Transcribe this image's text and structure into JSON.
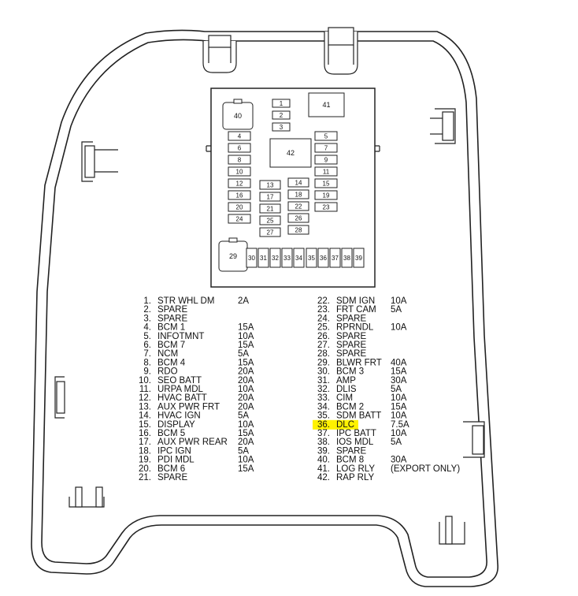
{
  "colors": {
    "outline": "#222222",
    "highlight": "#fff200"
  },
  "panel": {
    "fuses": [
      "1",
      "2",
      "3",
      "4",
      "5",
      "6",
      "7",
      "8",
      "9",
      "10",
      "11",
      "12",
      "13",
      "14",
      "15",
      "16",
      "17",
      "18",
      "19",
      "20",
      "21",
      "22",
      "23",
      "24",
      "25",
      "26",
      "27",
      "28",
      "29",
      "30",
      "31",
      "32",
      "33",
      "34",
      "35",
      "36",
      "37",
      "38",
      "39",
      "40",
      "41",
      "42"
    ]
  },
  "legend": {
    "left": [
      {
        "num": "1.",
        "name": "STR WHL DM",
        "amp": "2A"
      },
      {
        "num": "2.",
        "name": "SPARE",
        "amp": ""
      },
      {
        "num": "3.",
        "name": "SPARE",
        "amp": ""
      },
      {
        "num": "4.",
        "name": "BCM 1",
        "amp": "15A"
      },
      {
        "num": "5.",
        "name": "INFOTMNT",
        "amp": "10A"
      },
      {
        "num": "6.",
        "name": "BCM 7",
        "amp": "15A"
      },
      {
        "num": "7.",
        "name": "NCM",
        "amp": "5A"
      },
      {
        "num": "8.",
        "name": "BCM 4",
        "amp": "15A"
      },
      {
        "num": "9.",
        "name": "RDO",
        "amp": "20A"
      },
      {
        "num": "10.",
        "name": "SEO BATT",
        "amp": "20A"
      },
      {
        "num": "11.",
        "name": "URPA MDL",
        "amp": "10A"
      },
      {
        "num": "12.",
        "name": "HVAC BATT",
        "amp": "20A"
      },
      {
        "num": "13.",
        "name": "AUX PWR FRT",
        "amp": "20A"
      },
      {
        "num": "14.",
        "name": "HVAC IGN",
        "amp": "5A"
      },
      {
        "num": "15.",
        "name": "DISPLAY",
        "amp": "10A"
      },
      {
        "num": "16.",
        "name": "BCM 5",
        "amp": "15A"
      },
      {
        "num": "17.",
        "name": "AUX PWR REAR",
        "amp": "20A"
      },
      {
        "num": "18.",
        "name": "IPC IGN",
        "amp": "5A"
      },
      {
        "num": "19.",
        "name": "PDI MDL",
        "amp": "10A"
      },
      {
        "num": "20.",
        "name": "BCM 6",
        "amp": "15A"
      },
      {
        "num": "21.",
        "name": "SPARE",
        "amp": ""
      }
    ],
    "right": [
      {
        "num": "22.",
        "name": "SDM IGN",
        "amp": "10A"
      },
      {
        "num": "23.",
        "name": "FRT CAM",
        "amp": "5A"
      },
      {
        "num": "24.",
        "name": "SPARE",
        "amp": ""
      },
      {
        "num": "25.",
        "name": "RPRNDL",
        "amp": "10A"
      },
      {
        "num": "26.",
        "name": "SPARE",
        "amp": ""
      },
      {
        "num": "27.",
        "name": "SPARE",
        "amp": ""
      },
      {
        "num": "28.",
        "name": "SPARE",
        "amp": ""
      },
      {
        "num": "29.",
        "name": "BLWR FRT",
        "amp": "40A"
      },
      {
        "num": "30.",
        "name": "BCM 3",
        "amp": "15A"
      },
      {
        "num": "31.",
        "name": "AMP",
        "amp": "30A"
      },
      {
        "num": "32.",
        "name": "DLIS",
        "amp": "5A"
      },
      {
        "num": "33.",
        "name": "CIM",
        "amp": "10A"
      },
      {
        "num": "34.",
        "name": "BCM 2",
        "amp": "15A"
      },
      {
        "num": "35.",
        "name": "SDM BATT",
        "amp": "10A"
      },
      {
        "num": "36.",
        "name": "DLC",
        "amp": "7.5A",
        "highlight": true
      },
      {
        "num": "37.",
        "name": "IPC BATT",
        "amp": "10A"
      },
      {
        "num": "38.",
        "name": "IOS MDL",
        "amp": "5A"
      },
      {
        "num": "39.",
        "name": "SPARE",
        "amp": ""
      },
      {
        "num": "40.",
        "name": "BCM 8",
        "amp": "30A"
      },
      {
        "num": "41.",
        "name": "LOG RLY",
        "amp": "(EXPORT ONLY)"
      },
      {
        "num": "42.",
        "name": "RAP RLY",
        "amp": ""
      }
    ]
  }
}
